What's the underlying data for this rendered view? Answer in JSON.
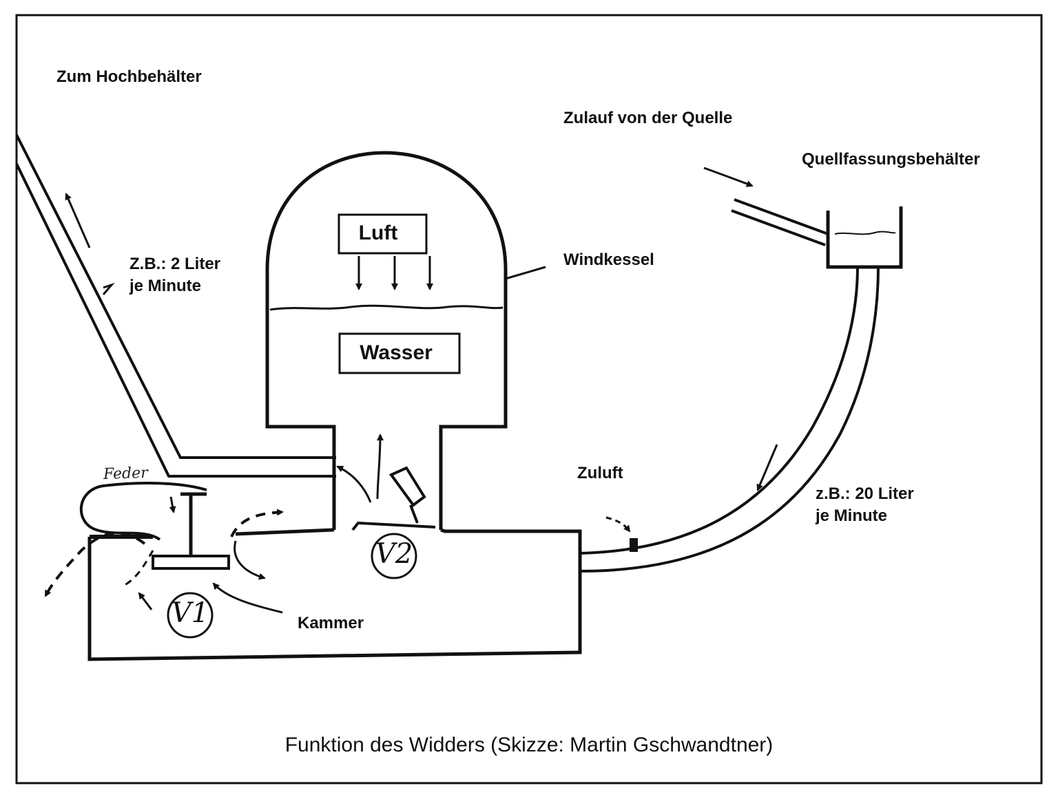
{
  "labels": {
    "zum_hochbehaelter": "Zum Hochbehälter",
    "zulauf_quelle": "Zulauf von der Quelle",
    "quellfassungsbehaelter": "Quellfassungsbehälter",
    "windkessel": "Windkessel",
    "luft": "Luft",
    "wasser": "Wasser",
    "outflow_rate_line1": "Z.B.: 2 Liter",
    "outflow_rate_line2": "je Minute",
    "inflow_rate_line1": "z.B.: 20 Liter",
    "inflow_rate_line2": "je Minute",
    "zuluft": "Zuluft",
    "kammer": "Kammer",
    "feder": "Feder",
    "valve_1": "V1",
    "valve_2": "V2"
  },
  "caption": "Funktion des Widders (Skizze: Martin Gschwandtner)"
}
